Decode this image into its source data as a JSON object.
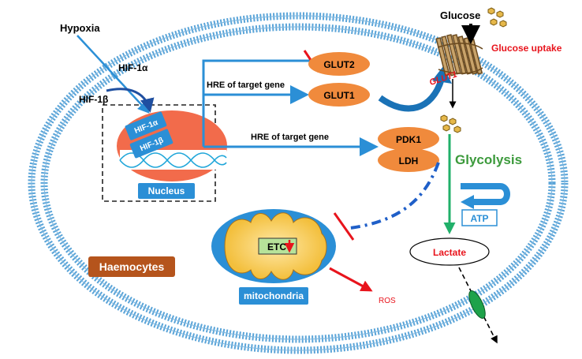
{
  "labels": {
    "hypoxia": "Hypoxia",
    "hif1a_side": "HIF-1α",
    "hif1b_side": "HIF-1β",
    "hif1a_box": "HIF-1α",
    "hif1b_box": "HIF-1β",
    "nucleus": "Nucleus",
    "hre_top": "HRE of target gene",
    "hre_bottom": "HRE of target gene",
    "glut2": "GLUT2",
    "glut1": "GLUT1",
    "glut1_membrane": "GLUT1",
    "pdk1": "PDK1",
    "ldh": "LDH",
    "glucose": "Glucose",
    "glucose_uptake": "Glucose uptake",
    "glycolysis": "Glycolysis",
    "atp": "ATP",
    "lactate": "Lactate",
    "etc": "ETC",
    "mitochondria": "mitochondria",
    "ros": "ROS",
    "haemocytes": "Haemocytes"
  },
  "colors": {
    "blue_arrow": "#2b8fd6",
    "orange": "#f08a3c",
    "nucleus_red": "#f26b4b",
    "green": "#21b06a",
    "glycolysis_green": "#3c9a3c",
    "red": "#e8141c",
    "brown": "#b5541c",
    "mito_yellow": "#f5c74a",
    "membrane_blue": "#5aa4d8"
  }
}
